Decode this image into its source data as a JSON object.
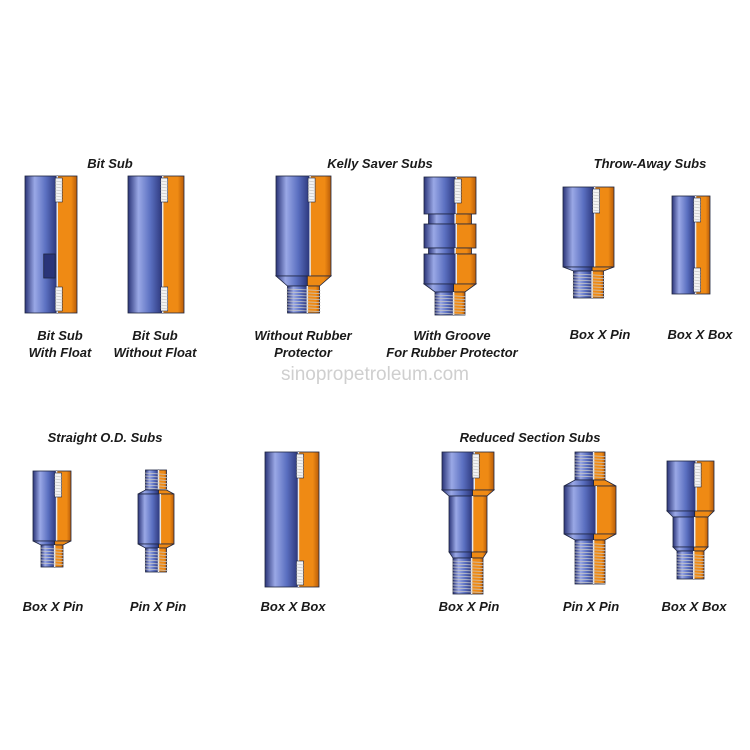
{
  "watermark": "sinopropetroleum.com",
  "colors": {
    "blue": "#5a6fc0",
    "blue_hi": "#9aa8e6",
    "blue_dark": "#2a3478",
    "orange": "#ef8a14",
    "orange_dark": "#b85c08",
    "thread": "#c8c8c8",
    "outline": "#1e2540"
  },
  "sections": {
    "bit_sub": "Bit Sub",
    "kelly_saver_subs": "Kelly Saver Subs",
    "throw_away_subs": "Throw-Away Subs",
    "straight_od_subs": "Straight O.D. Subs",
    "reduced_section_subs": "Reduced Section Subs"
  },
  "items": [
    {
      "name": "bit-sub-with-float",
      "lines": [
        "Bit Sub",
        "With Float"
      ],
      "icon": "bit-sub-with-float-icon"
    },
    {
      "name": "bit-sub-without-float",
      "lines": [
        "Bit Sub",
        "Without Float"
      ],
      "icon": "bit-sub-without-float-icon"
    },
    {
      "name": "kelly-without-rubber-protector",
      "lines": [
        "Without Rubber",
        "Protector"
      ],
      "icon": "kelly-saver-sub-icon"
    },
    {
      "name": "kelly-with-groove",
      "lines": [
        "With Groove",
        "For Rubber Protector"
      ],
      "icon": "kelly-saver-sub-grooved-icon"
    },
    {
      "name": "throwaway-box-x-pin",
      "lines": [
        "Box X Pin"
      ],
      "icon": "box-x-pin-sub-icon"
    },
    {
      "name": "throwaway-box-x-box",
      "lines": [
        "Box X Box"
      ],
      "icon": "box-x-box-sub-icon"
    },
    {
      "name": "straight-box-x-pin",
      "lines": [
        "Box X Pin"
      ],
      "icon": "box-x-pin-sub-icon"
    },
    {
      "name": "straight-pin-x-pin",
      "lines": [
        "Pin X Pin"
      ],
      "icon": "pin-x-pin-sub-icon"
    },
    {
      "name": "straight-box-x-box",
      "lines": [
        "Box X Box"
      ],
      "icon": "box-x-box-sub-icon"
    },
    {
      "name": "reduced-box-x-pin",
      "lines": [
        "Box X Pin"
      ],
      "icon": "box-x-pin-sub-icon"
    },
    {
      "name": "reduced-pin-x-pin",
      "lines": [
        "Pin X Pin"
      ],
      "icon": "pin-x-pin-sub-icon"
    },
    {
      "name": "reduced-box-x-box",
      "lines": [
        "Box X Box"
      ],
      "icon": "box-x-box-sub-icon"
    }
  ]
}
